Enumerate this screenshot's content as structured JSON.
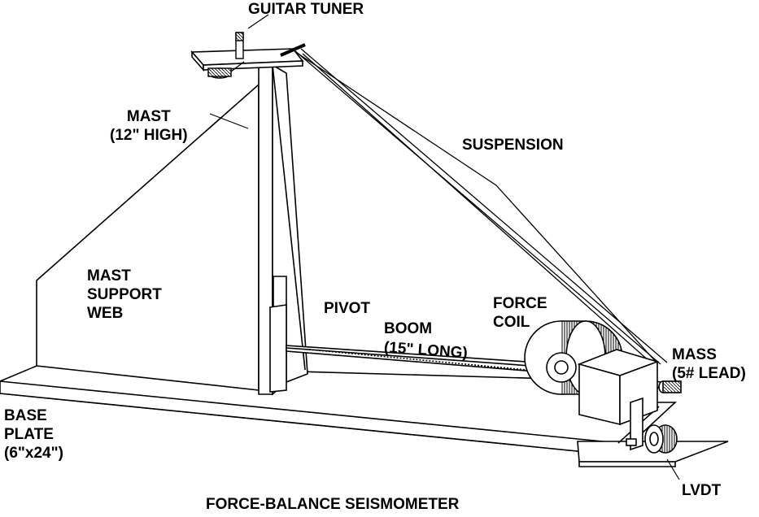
{
  "labels": {
    "guitar_tuner": "GUITAR TUNER",
    "mast": [
      "MAST",
      "(12\" HIGH)"
    ],
    "suspension": "SUSPENSION",
    "mast_support_web": [
      "MAST",
      "SUPPORT",
      "WEB"
    ],
    "pivot": "PIVOT",
    "boom": [
      "BOOM",
      "(15\" LONG)"
    ],
    "force_coil": [
      "FORCE",
      "COIL"
    ],
    "mass": [
      "MASS",
      "(5# LEAD)"
    ],
    "base_plate": [
      "BASE",
      "PLATE",
      "(6\"x24\")"
    ],
    "lvdt": "LVDT",
    "caption": "FORCE-BALANCE SEISMOMETER"
  },
  "colors": {
    "ink": "#000000",
    "paper": "#ffffff",
    "shade": "#d8d8d8"
  }
}
